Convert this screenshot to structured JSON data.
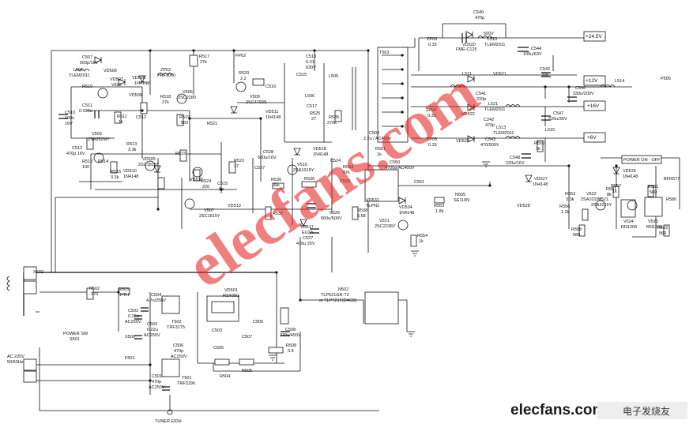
{
  "title": "",
  "labels": {
    "c540": "C540",
    "c540v": "470p",
    "c540v2": "500V",
    "supply24": "+24.5V",
    "zp03": "ZP03",
    "zp03v": "0.33",
    "vd520": "VD520",
    "vd520v": "FME-C125",
    "l510": "L510",
    "l510v": "TLEM2011",
    "c544": "C544",
    "c544v": "100u/63V",
    "c542": "C542",
    "c542v": "33p",
    "l511": "L511",
    "vd521": "VD521",
    "l514": "L514",
    "p505": "P505",
    "supply12": "+12V",
    "c546": "C546",
    "c546v": "330u/200V",
    "c541": "C541",
    "c541v": "220p",
    "l521": "L521",
    "l521v": "TLEM2011",
    "zp04": "ZP04",
    "zp04v": "0.33",
    "vd522": "VD522",
    "supply16": "+16V",
    "c242": "C242",
    "c242v": "470p",
    "l513": "L513",
    "l513v": "TLEM2011",
    "c547": "C547",
    "c547v": "220u/35V",
    "zp05": "ZP05",
    "zp05v": "0.33",
    "vd523": "VD523",
    "c543": "C543",
    "c543v": "470/500V",
    "r550": "R550",
    "r550v": "1k",
    "l515": "L515",
    "supply6": "+6V",
    "c548": "C548",
    "c548v": "220u/16V",
    "vd527": "VD527",
    "vd527v": "1N4148",
    "vd528": "VD528",
    "vd526": "VD526",
    "vd526v": "1N4148",
    "power_on_off": "POWER ON - OFF",
    "r553": "R553",
    "r553v": "3.3k",
    "v522": "V522",
    "v522v": "2SA1015Y",
    "r557": "R557",
    "r557v": "1k",
    "r551": "R551",
    "r551v": "8k",
    "v521": "V521",
    "v521v": "2SA1015Y",
    "r556": "R556",
    "r556v": "1.2k",
    "r558": "R558",
    "r558v": "680",
    "v524": "V524",
    "v524v": "RN1206",
    "r561": "R561",
    "r561v": "560",
    "v525": "V525",
    "v525v": "RN1206",
    "r562": "R562",
    "r562v": "560",
    "bfr577": "BFR577",
    "r580": "R580",
    "t503": "T503",
    "c509": "C509",
    "c509v": "2.2u / AC400V",
    "r551b": "R551",
    "r551bv": "1k",
    "c550": "C550",
    "c550v": "4700p/AC400V",
    "c551": "C551",
    "vd531": "VD531",
    "vd531v": "TLPN2",
    "vd534": "VD534",
    "vd534v": "1N4148",
    "r553b": "R553",
    "r553bv": "1.8k",
    "n505": "N505",
    "n505v": "SE110N",
    "v521b": "V521",
    "v521bv": "2SC2236Y",
    "r554": "R554",
    "r554v": "1k",
    "n502": "N502",
    "n502v": "TLP621GR-T2",
    "n502v2": "or TLP721F(D4GB)",
    "c507": "C507",
    "c507v": "560p/1kV",
    "l501": "L501",
    "l501v": "TLEM2011",
    "vd506": "VD506",
    "r510": "R510",
    "vd507": "VD507",
    "v502": "V502",
    "vd508": "VD508",
    "vd508v": "1N4148",
    "vd509": "VD509",
    "zp02": "ZP02",
    "zp02v": "PRF2000",
    "r517": "R517",
    "r517v": "27k",
    "r518": "R518",
    "r518v": "27k",
    "fp02": "FP02",
    "c518": "C518",
    "c518v": "0.01",
    "c518v2": "630V",
    "l505": "L505",
    "l506": "L506",
    "c515": "C515",
    "r520": "R520",
    "r520v": "2.2",
    "c516": "C516",
    "v509": "V509",
    "v509v": "2SC4793S",
    "c517": "C517",
    "vd511": "VD511",
    "vd511v": "1N4148",
    "r525": "R525",
    "r525v": "27",
    "r535": "R535",
    "r535v": "270k",
    "c510": "C510",
    "c510v": "100u",
    "c510v2": "16V",
    "c511": "C511",
    "c511v": "0.039u",
    "r511": "R511",
    "r511v": "1k",
    "c512": "C512",
    "r519": "R519",
    "r519v": "560",
    "v506": "V506",
    "v506v": "2SC2280",
    "r521": "R521",
    "v503": "V503",
    "v503v": "2SA952MY",
    "r513": "R513",
    "r513v": "3.3k",
    "c512b": "C512",
    "c512bv": "470p 16V",
    "r512": "R512",
    "r512v": "100",
    "r514": "R514",
    "r515": "R515",
    "r515v": "3.3k",
    "vd505": "VD505",
    "vd505v": "2SC1815Y",
    "vd510": "VD510",
    "vd510v": "1N4148",
    "r523": "R523",
    "r524": "R524",
    "r524v": "220",
    "r522": "R522",
    "r522v": "27",
    "vd512": "VD512",
    "c515b": "C515",
    "c515bv": "5p",
    "v507": "V507",
    "v507v": "2SC1815Y",
    "vd513": "VD513",
    "c527": "C527",
    "c528": "C528",
    "c528v": "560u/16V",
    "r530": "R530",
    "r530v": "39k",
    "v510": "V510",
    "v510v": "2SA1015Y",
    "vd518": "VD518",
    "vd518v": "1N4148",
    "c524": "C524",
    "r534": "R534",
    "r534v": "47k",
    "c523": "C523",
    "r536": "R536",
    "r537": "R537",
    "c526": "C526",
    "c526v": "560u/500V",
    "r538": "R538",
    "r538v": "0.68",
    "vd517": "VD517",
    "vd517v": "EU2A",
    "c527b": "C527",
    "c527bv": "470u 25V",
    "x502": "X502",
    "r502": "R502",
    "r502v": "270",
    "r503": "R503",
    "r503v": "PTH",
    "c504": "C504",
    "c504v": "4.7n/250V",
    "c502": "C502",
    "c502v": "0.22u",
    "c502v2": "AC250V",
    "t502": "T502",
    "t502v": "TRF3175",
    "c503": "C503",
    "c503v": "0.22u",
    "c503v2": "AC250V",
    "power_sw": "POWER SW",
    "s501": "S501",
    "x500": "X500",
    "c506": "C506",
    "c506v": "470p",
    "c506v2": "AC250V",
    "f501": "F501",
    "t501": "T501",
    "t501v": "TRF3196",
    "c501": "C501",
    "c501v": "470p",
    "c501v2": "AC250V",
    "ac220": "AC 220V",
    "ac220v": "50/60Hz",
    "vd501": "VD501",
    "vd501v": "RS405G",
    "c503b": "C503",
    "c507b": "C507",
    "c505": "C505",
    "c508": "C508",
    "c508v": "330u/450V",
    "r508": "R508",
    "r508v": "0.5",
    "r504": "R504",
    "r505": "R505",
    "tuner_eidh": "TUNER EIDH",
    "brand_en": "elecfans.com",
    "brand_cn": "电子发烧友",
    "watermark": "elecfans.com"
  }
}
